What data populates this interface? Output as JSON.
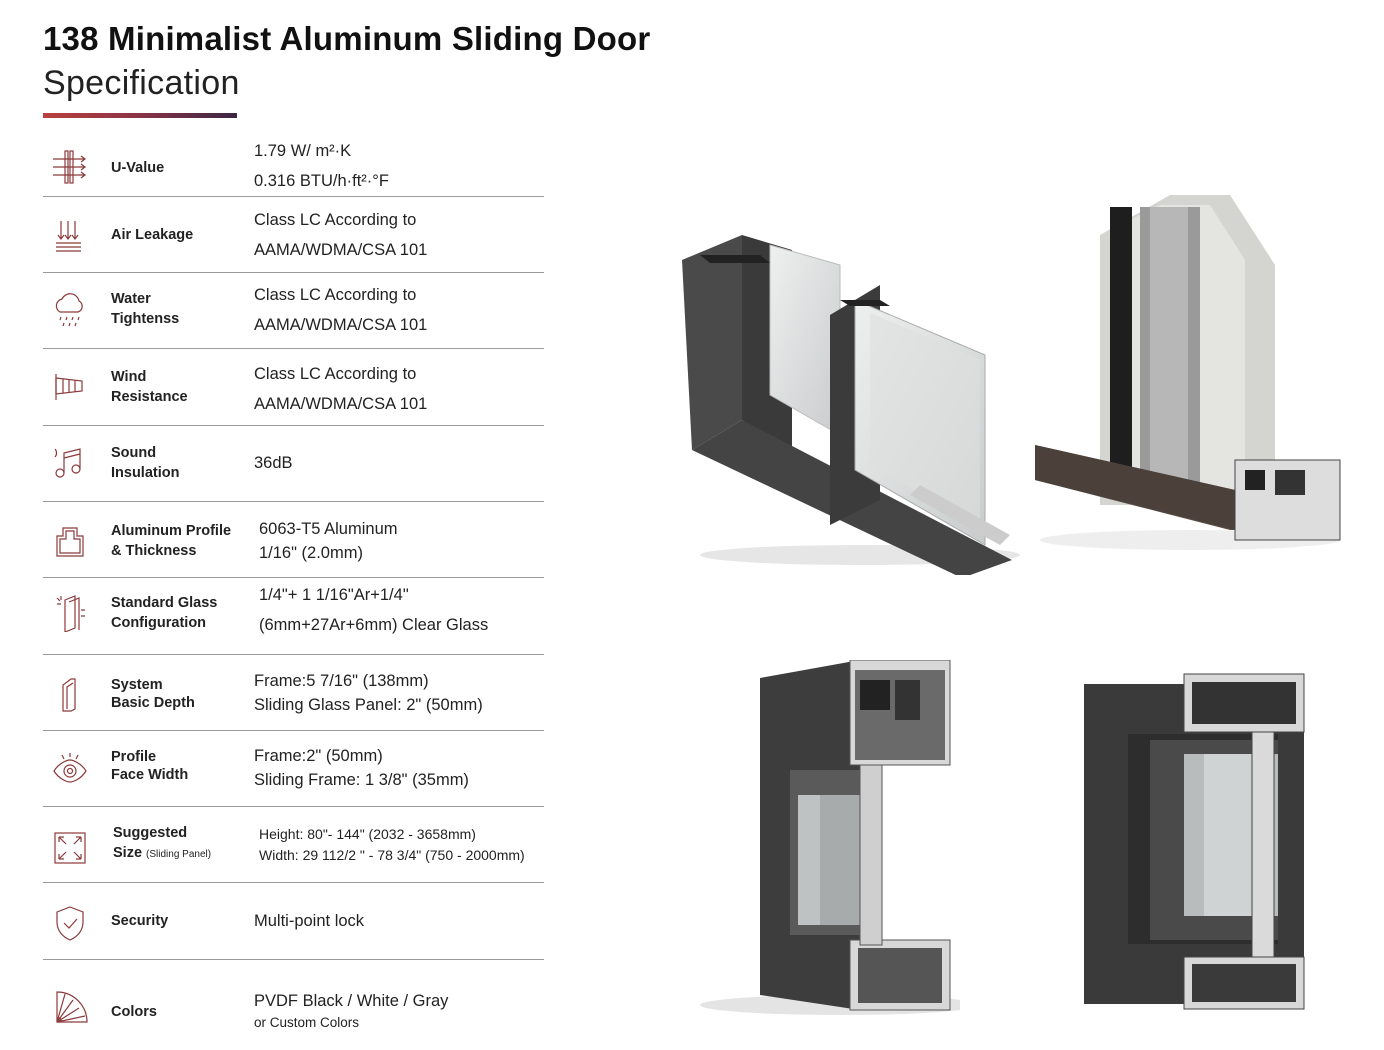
{
  "header": {
    "title": "138 Minimalist Aluminum Sliding Door",
    "subtitle": "Specification"
  },
  "specs": [
    {
      "icon": "u-value-icon",
      "label1": "U-Value",
      "label2": "",
      "label_note": "",
      "value1": "1.79 W/ m²·K",
      "value2": "0.316 BTU/h·ft²·°F"
    },
    {
      "icon": "air-leakage-icon",
      "label1": "Air Leakage",
      "label2": "",
      "label_note": "",
      "value1": "Class LC According to",
      "value2": "AAMA/WDMA/CSA 101"
    },
    {
      "icon": "rain-cloud-icon",
      "label1": "Water",
      "label2": "Tightenss",
      "label_note": "",
      "value1": "Class LC According to",
      "value2": "AAMA/WDMA/CSA 101"
    },
    {
      "icon": "windsock-icon",
      "label1": "Wind",
      "label2": "Resistance",
      "label_note": "",
      "value1": "Class LC According to",
      "value2": "AAMA/WDMA/CSA 101"
    },
    {
      "icon": "music-note-icon",
      "label1": "Sound",
      "label2": "Insulation",
      "label_note": "",
      "value1": "36dB",
      "value2": ""
    },
    {
      "icon": "profile-icon",
      "label1": "Aluminum Profile",
      "label2": "& Thickness",
      "label_note": "",
      "value1": "6063-T5 Aluminum",
      "value2": "1/16\" (2.0mm)"
    },
    {
      "icon": "glass-icon",
      "label1": "Standard Glass",
      "label2": "Configuration",
      "label_note": "",
      "value1": "1/4\"+ 1 1/16\"Ar+1/4\"",
      "value2": "(6mm+27Ar+6mm) Clear Glass"
    },
    {
      "icon": "depth-icon",
      "label1": "System",
      "label2": "Basic Depth",
      "label_note": "",
      "value1": "Frame:5 7/16\" (138mm)",
      "value2": "Sliding Glass Panel: 2\" (50mm)"
    },
    {
      "icon": "eye-icon",
      "label1": "Profile",
      "label2": "Face Width",
      "label_note": "",
      "value1": "Frame:2\" (50mm)",
      "value2": "Sliding Frame: 1 3/8\" (35mm)"
    },
    {
      "icon": "expand-icon",
      "label1": "Suggested",
      "label2": "Size",
      "label_note": "(Sliding Panel)",
      "value1": "Height: 80\"- 144\" (2032 - 3658mm)",
      "value2": "Width: 29 112/2 \" - 78 3/4\" (750 - 2000mm)"
    },
    {
      "icon": "shield-icon",
      "label1": "Security",
      "label2": "",
      "label_note": "",
      "value1": "Multi-point lock",
      "value2": ""
    },
    {
      "icon": "color-fan-icon",
      "label1": "Colors",
      "label2": "",
      "label_note": "",
      "value1": "PVDF Black / White / Gray",
      "value2": "or Custom Colors"
    }
  ],
  "colors": {
    "accent": "#b9403e",
    "icon": "#8c3a3a",
    "frame": "#3d3d3d",
    "divider": "#9a9a9a"
  }
}
